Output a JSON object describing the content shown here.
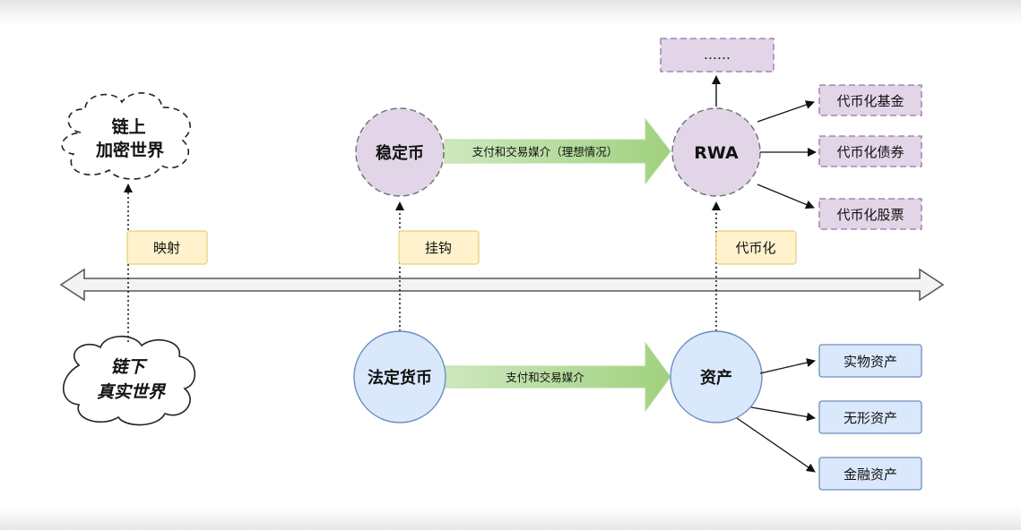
{
  "diagram": {
    "onchain_world": "链上\n加密世界",
    "offchain_world": "链下\n真实世界",
    "stablecoin": "稳定币",
    "rwa": "RWA",
    "fiat": "法定货币",
    "assets": "资产",
    "ellipsis_box": "……",
    "tokenized_fund": "代币化基金",
    "tokenized_bond": "代币化债券",
    "tokenized_stock": "代币化股票",
    "physical_assets": "实物资产",
    "intangible_assets": "无形资产",
    "financial_assets": "金融资产",
    "label_mapping": "映射",
    "label_peg": "挂钩",
    "label_tokenize": "代币化",
    "arrow_upper": "支付和交易媒介（理想情况）",
    "arrow_lower": "支付和交易媒介"
  },
  "colors": {
    "purple_fill": "#e1d5e7",
    "purple_stroke": "#9673a6",
    "blue_fill": "#dae8fc",
    "blue_stroke": "#6c8ebf",
    "yellow_fill": "#fff2cc",
    "yellow_stroke": "#d6b656",
    "green_arrow": "#9fd17e"
  }
}
